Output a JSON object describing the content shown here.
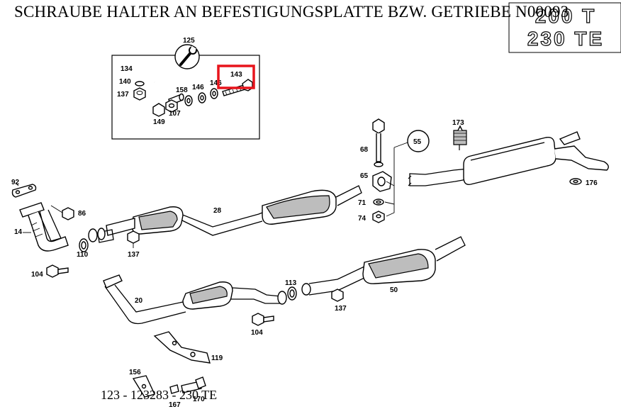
{
  "title": "SCHRAUBE HALTER AN BEFESTIGUNGSPLATTE BZW. GETRIEBE  N00093",
  "caption": "123 - 123283 - 230 TE",
  "badge": {
    "line1": "200 T",
    "line2": "230 TE"
  },
  "highlight_color": "#e8141c",
  "highlighted_part": "143",
  "parts": {
    "p125": "125",
    "p134": "134",
    "p140": "140",
    "p137a": "137",
    "p158": "158",
    "p146a": "146",
    "p146b": "146",
    "p143": "143",
    "p107": "107",
    "p149": "149",
    "p55": "55",
    "p68": "68",
    "p65": "65",
    "p71": "71",
    "p74": "74",
    "p173": "173",
    "p176": "176",
    "p92": "92",
    "p86": "86",
    "p14": "14",
    "p28": "28",
    "p110": "110",
    "p137b": "137",
    "p104a": "104",
    "p20": "20",
    "p113": "113",
    "p50": "50",
    "p137c": "137",
    "p104b": "104",
    "p119": "119",
    "p156": "156",
    "p167": "167",
    "p170": "170"
  },
  "icons": {
    "wrench": "wrench-icon"
  }
}
